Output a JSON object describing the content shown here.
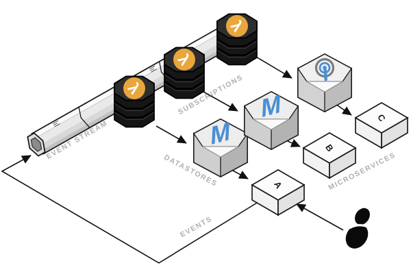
{
  "diagram": {
    "labels": {
      "event_stream": "EVENT STREAM",
      "subscriptions": "SUBSCRIPTIONS",
      "datastores": "DATASTORES",
      "microservices": "MICROSERVICES",
      "events": "EVENTS"
    },
    "nodes": {
      "lambda_glyph": "λ",
      "materialize_glyph": "M",
      "service_a": "A",
      "service_b": "B",
      "service_c": "C"
    },
    "icons": {
      "lambda_stack": "lambda-icon",
      "materialize_cube": "materialize-m-icon",
      "broadcast_cube": "broadcast-icon",
      "user": "person-icon"
    },
    "colors": {
      "lambda_badge": "#E9A63C",
      "materialize_blue": "#4A8FD3",
      "broadcast_ring": "#7B7B7B",
      "label_gray": "#AFAFAF",
      "stack_black": "#161616",
      "line": "#111111"
    }
  }
}
